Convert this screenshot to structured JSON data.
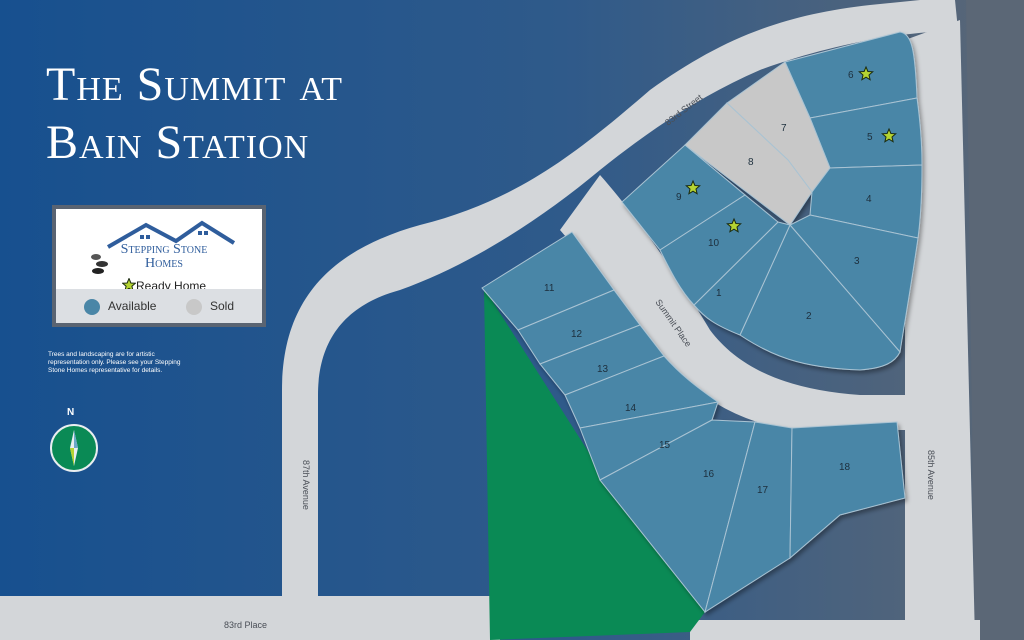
{
  "title": {
    "line1": "The Summit at",
    "line2": "Bain Station"
  },
  "legend": {
    "brand_line1": "Stepping Stone",
    "brand_line2": "Homes",
    "ready_label": "Ready Home",
    "available_label": "Available",
    "sold_label": "Sold"
  },
  "note": "Trees and landscaping are for artistic representation only. Please see your Stepping Stone Homes representative for details.",
  "north_label": "N",
  "streets": {
    "st_83rd": "83rd Street",
    "summit_place": "Summit Place",
    "ave_87th": "87th Avenue",
    "ave_85th": "85th Avenue",
    "place_83rd": "83rd Place"
  },
  "colors": {
    "available": "#4a86a7",
    "sold": "#c8c8c8",
    "ready_star": "#b5d432",
    "open_space": "#0a8a55",
    "road": "#d3d6d9",
    "background_left": "#1a4f8e",
    "background_right": "#5b6776"
  },
  "lots": [
    {
      "number": "1",
      "status": "available",
      "ready": false
    },
    {
      "number": "2",
      "status": "available",
      "ready": false
    },
    {
      "number": "3",
      "status": "available",
      "ready": false
    },
    {
      "number": "4",
      "status": "available",
      "ready": false
    },
    {
      "number": "5",
      "status": "available",
      "ready": true
    },
    {
      "number": "6",
      "status": "available",
      "ready": true
    },
    {
      "number": "7",
      "status": "sold",
      "ready": false
    },
    {
      "number": "8",
      "status": "sold",
      "ready": false
    },
    {
      "number": "9",
      "status": "available",
      "ready": true
    },
    {
      "number": "10",
      "status": "available",
      "ready": true
    },
    {
      "number": "11",
      "status": "available",
      "ready": false
    },
    {
      "number": "12",
      "status": "available",
      "ready": false
    },
    {
      "number": "13",
      "status": "available",
      "ready": false
    },
    {
      "number": "14",
      "status": "available",
      "ready": false
    },
    {
      "number": "15",
      "status": "available",
      "ready": false
    },
    {
      "number": "16",
      "status": "available",
      "ready": false
    },
    {
      "number": "17",
      "status": "available",
      "ready": false
    },
    {
      "number": "18",
      "status": "available",
      "ready": false
    }
  ]
}
